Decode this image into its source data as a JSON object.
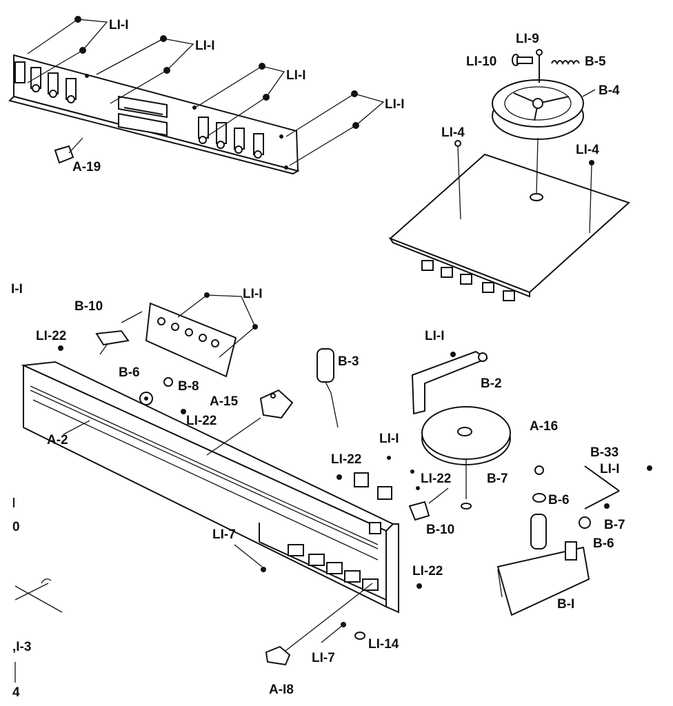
{
  "labels": {
    "li1_a": "LI-I",
    "li1_b": "LI-I",
    "li1_c": "LI-I",
    "li1_d": "LI-I",
    "a19": "A-19",
    "li9": "LI-9",
    "li10": "LI-10",
    "b5": "B-5",
    "b4": "B-4",
    "li4_a": "LI-4",
    "li4_b": "LI-4",
    "li1_left": "I-I",
    "b10_a": "B-10",
    "li1_e": "LI-I",
    "li22_a": "LI-22",
    "b3": "B-3",
    "li1_f": "LI-I",
    "b2": "B-2",
    "b6_a": "B-6",
    "b8": "B-8",
    "a15": "A-15",
    "li22_b": "LI-22",
    "a2": "A-2",
    "a16": "A-16",
    "li1_g": "LI-I",
    "li22_c": "LI-22",
    "b33": "B-33",
    "li1_h": "LI-I",
    "li22_d": "LI-22",
    "b7_a": "B-7",
    "b6_b": "B-6",
    "b7_b": "B-7",
    "b10_b": "B-10",
    "b6_c": "B-6",
    "left_0": "0",
    "li7_a": "LI-7",
    "li22_e": "LI-22",
    "b1": "B-I",
    "li3": ",I-3",
    "li7_b": "LI-7",
    "li14": "LI-14",
    "left_4": "4",
    "a18": "A-I8"
  }
}
